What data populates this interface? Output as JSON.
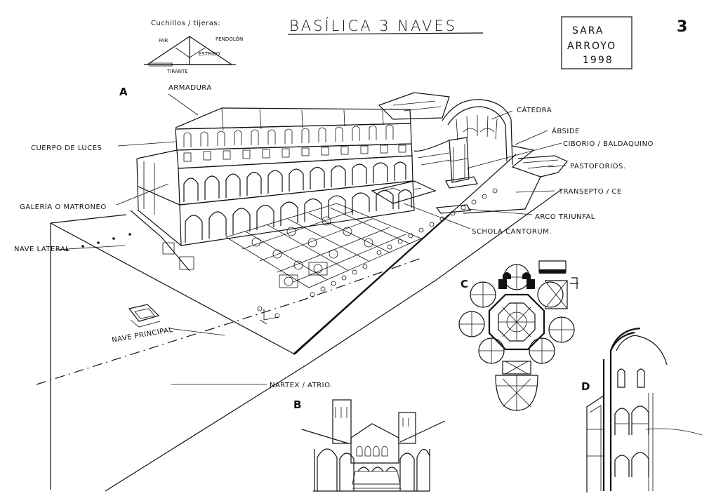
{
  "header": {
    "title": "BASÍLICA 3 NAVES",
    "author_name": "SARA",
    "author_surname": "ARROYO",
    "year": "1998",
    "page_number": "3"
  },
  "truss_sketch": {
    "title": "Cuchillos / tijeras:",
    "labels": {
      "par": "PAR",
      "pendolon": "PENDOLÓN",
      "estribo": "ESTRIBO",
      "tirante": "TIRANTE"
    }
  },
  "figure_letters": {
    "a": "A",
    "b": "B",
    "c": "C",
    "d": "D"
  },
  "labels": {
    "armadura": "ARMADURA",
    "cuerpo_luces": "CUERPO DE LUCES",
    "galeria": "GALERÍA O MATRONEO",
    "nave_lateral": "NAVE LATERAL",
    "nave_principal": "NAVE PRINCIPAL",
    "nartex": "NARTEX / ATRIO.",
    "catedra": "CÁTEDRA",
    "abside": "ÁBSIDE",
    "ciborio": "CIBORIO / BALDAQUINO",
    "pastoforios": "PASTOFORIOS.",
    "transepto": "TRANSEPTO / CE",
    "arco_triunfal": "ARCO TRIUNFAL",
    "schola": "SCHOLA CANTORUM."
  }
}
